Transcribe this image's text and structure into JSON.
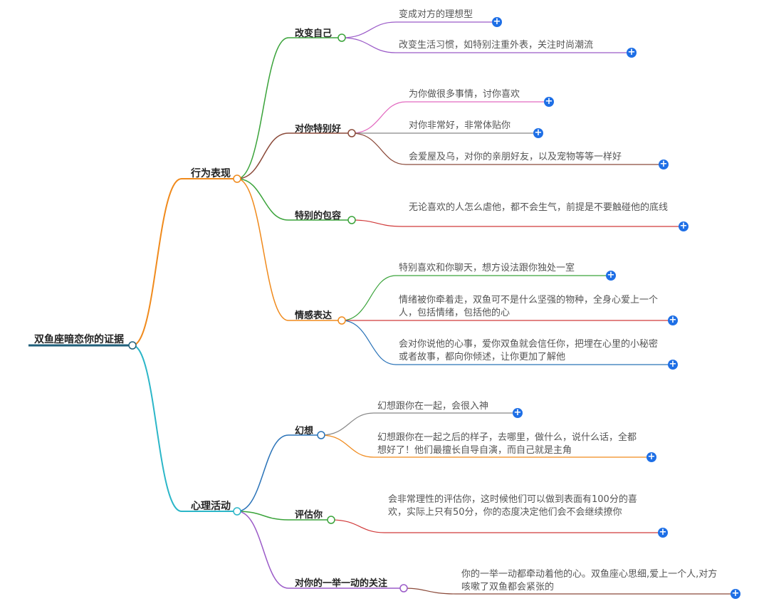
{
  "root": {
    "label": "双鱼座暗恋你的证据"
  },
  "branches": [
    {
      "label": "行为表现",
      "children": [
        {
          "label": "改变自己",
          "leaves": [
            "变成对方的理想型",
            "改变生活习惯，如特别注重外表，关注时尚潮流"
          ]
        },
        {
          "label": "对你特别好",
          "leaves": [
            "为你做很多事情，讨你喜欢",
            "对你非常好，非常体贴你",
            "会爱屋及乌，对你的亲朋好友，以及宠物等等一样好"
          ]
        },
        {
          "label": "特别的包容",
          "leaves": [
            "无论喜欢的人怎么虐他，都不会生气，前提是不要触碰他的底线"
          ]
        },
        {
          "label": "情感表达",
          "leaves": [
            "特别喜欢和你聊天，想方设法跟你独处一室",
            "情绪被你牵着走，双鱼可不是什么坚强的物种，全身心爱上一个人，包括情绪，包括他的心",
            "会对你说他的心事，爱你双鱼就会信任你，把埋在心里的小秘密或者故事，都向你倾述，让你更加了解他"
          ]
        }
      ]
    },
    {
      "label": "心理活动",
      "children": [
        {
          "label": "幻想",
          "leaves": [
            "幻想跟你在一起，会很入神",
            "幻想跟你在一起之后的样子，去哪里，做什么，说什么话，全都想好了！他们最擅长自导自演，而自己就是主角"
          ]
        },
        {
          "label": "评估你",
          "leaves": [
            "会非常理性的评估你，这时候他们可以做到表面有100分的喜欢，实际上只有50分，你的态度决定他们会不会继续撩你"
          ]
        },
        {
          "label": "对你的一举一动的关注",
          "leaves": [
            "你的一举一动都牵动着他的心。双鱼座心思细,爱上一个人,对方咳嗽了双鱼都会紧张的"
          ]
        }
      ]
    }
  ],
  "expand_icon": "plus-circle-icon",
  "colors": {
    "root_underline": "#1f5f7a",
    "branch_behavior": "#f08a1c",
    "branch_psych": "#2bb6c8",
    "green": "#3aa33a",
    "brown": "#8b4a3a",
    "red": "#d13a3a",
    "blue": "#2a73b8",
    "purple": "#9b5bc8",
    "pink": "#e26ac0",
    "gray": "#888888",
    "plus": "#1e6fe6"
  }
}
